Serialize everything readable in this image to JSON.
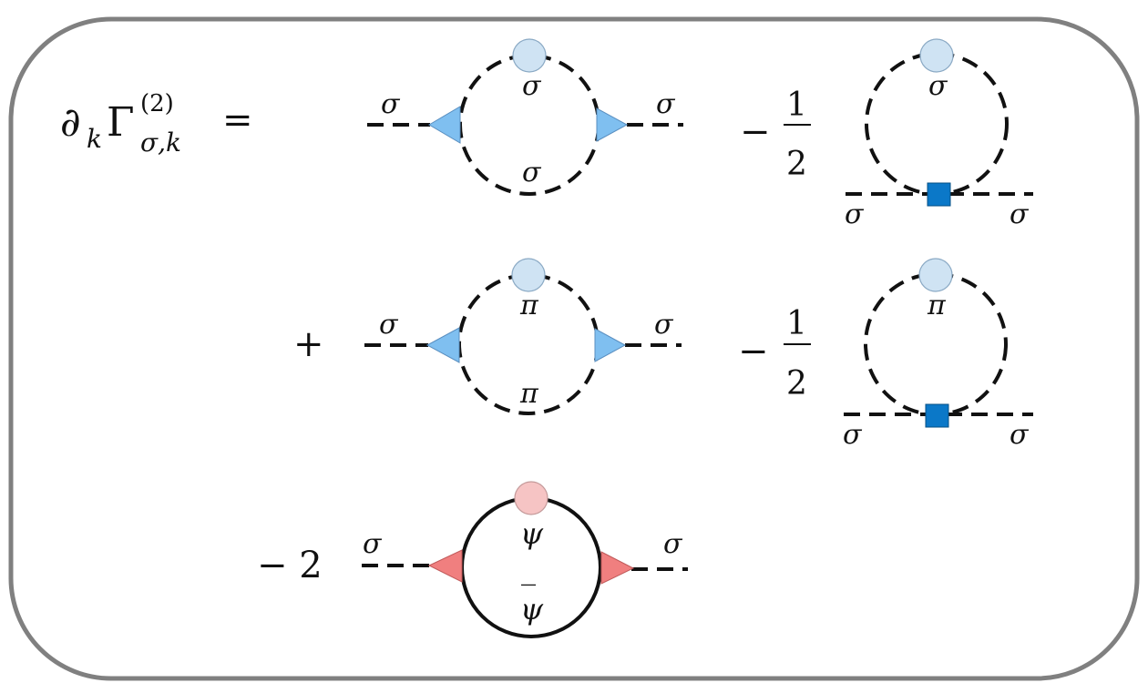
{
  "equation": {
    "lhs": {
      "partial": "∂",
      "partial_sub": "k",
      "gamma": "Γ",
      "gamma_sup": "(2)",
      "gamma_sub": "σ,k",
      "equals": "="
    },
    "terms": [
      {
        "id": "sigma-loop-exchange",
        "sign": "",
        "ext_left": "σ",
        "ext_right": "σ",
        "loop_top": "σ",
        "loop_bottom": "σ"
      },
      {
        "id": "sigma-tadpole",
        "sign": "−",
        "frac_num": "1",
        "frac_den": "2",
        "loop_top": "σ",
        "ext_left": "σ",
        "ext_right": "σ"
      },
      {
        "id": "pi-loop-exchange",
        "sign": "+",
        "ext_left": "σ",
        "ext_right": "σ",
        "loop_top": "π",
        "loop_bottom": "π"
      },
      {
        "id": "pi-tadpole",
        "sign": "−",
        "frac_num": "1",
        "frac_den": "2",
        "loop_top": "π",
        "ext_left": "σ",
        "ext_right": "σ"
      },
      {
        "id": "fermion-loop",
        "sign": "− 2",
        "ext_left": "σ",
        "ext_right": "σ",
        "loop_top": "ψ",
        "loop_bottom": "ψ",
        "loop_bottom_bar": "‾"
      }
    ]
  },
  "colors": {
    "frame": "#808080",
    "boson_vertex": "#7fbff0",
    "fermion_vertex": "#f07f7f",
    "boson_regulator": "#cfe3f3",
    "fermion_regulator": "#f6c4c4",
    "four_point_vertex": "#0b78c8"
  }
}
